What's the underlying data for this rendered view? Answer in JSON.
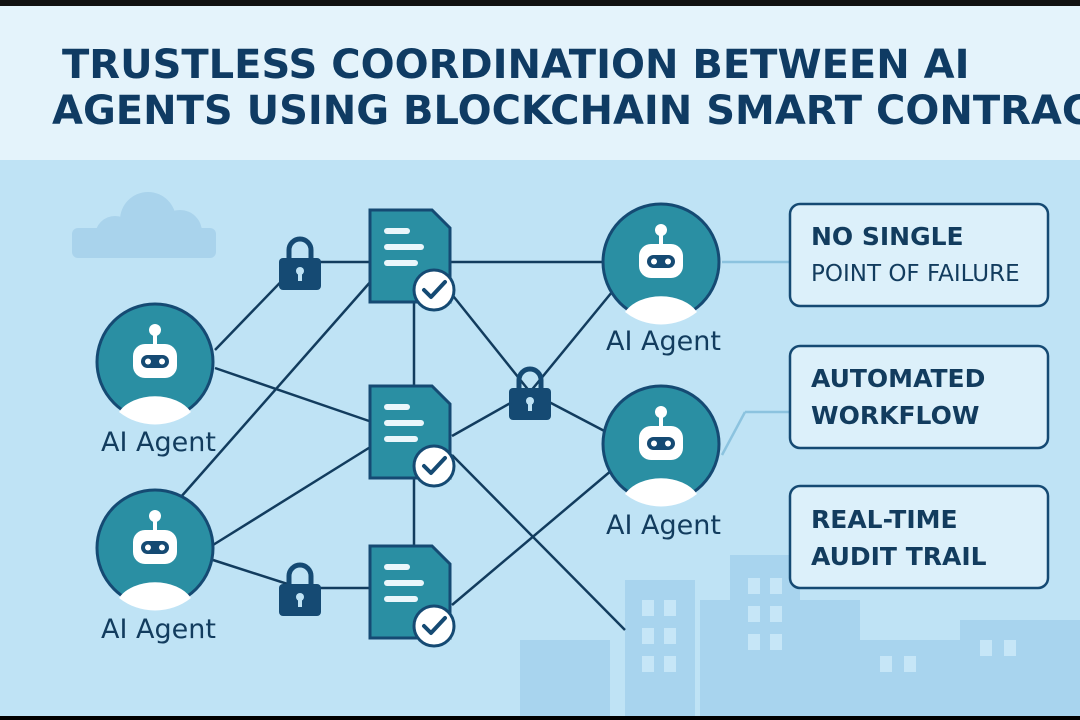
{
  "title": {
    "line1": "TRUSTLESS COORDINATION BETWEEN AI",
    "line2": "AGENTS USING BLOCKCHAIN SMART CONTRACTS"
  },
  "agents": [
    {
      "label": "AI Agent"
    },
    {
      "label": "AI Agent"
    },
    {
      "label": "AI Agent"
    },
    {
      "label": "AI Agent"
    }
  ],
  "features": [
    {
      "line1": "NO SINGLE",
      "line2": "POINT OF FAILURE"
    },
    {
      "line1": "AUTOMATED",
      "line2": "WORKFLOW"
    },
    {
      "line1": "REAL-TIME",
      "line2": "AUDIT TRAIL"
    }
  ],
  "colors": {
    "background": "#bfe3f5",
    "header": "#e4f3fb",
    "agent_fill": "#2a8fa3",
    "contract_fill": "#2a8fa3",
    "lock_fill": "#154a73",
    "text": "#0f3b63"
  },
  "icons": [
    "robot-icon",
    "contract-document-icon",
    "checkmark-icon",
    "padlock-icon",
    "cloud-icon",
    "city-skyline-icon"
  ]
}
